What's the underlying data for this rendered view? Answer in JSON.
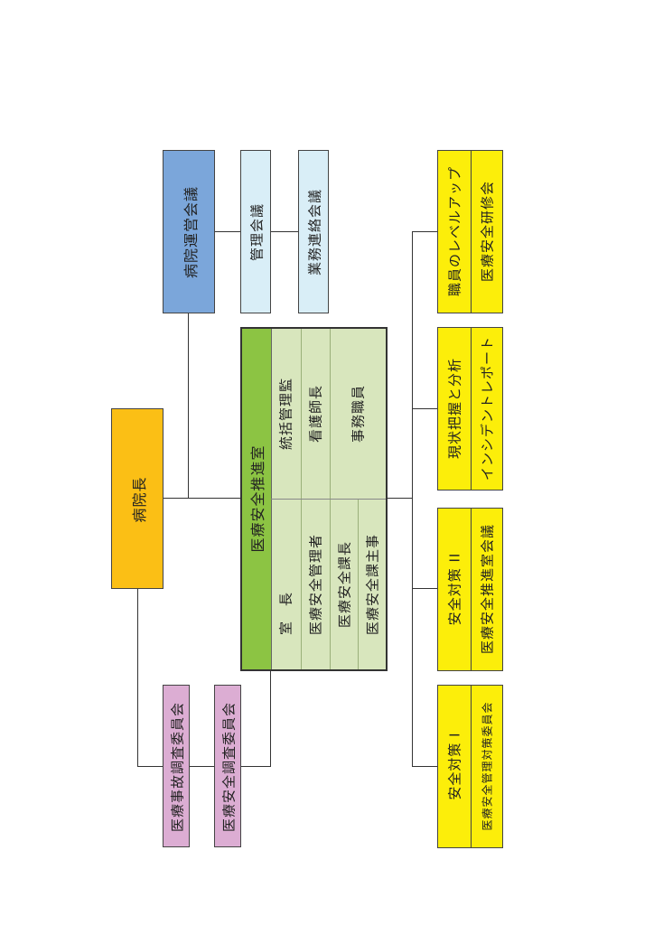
{
  "colors": {
    "director": "#fbbf15",
    "management": "#7ba6da",
    "light_blue": "#d9eef7",
    "pink": "#dcadd3",
    "green_header": "#8cc443",
    "green_body": "#d8e6bd",
    "yellow": "#fcee0a"
  },
  "director": {
    "label": "病院長"
  },
  "management_council": {
    "label": "病院運営会議"
  },
  "kanri_kaigi": {
    "label": "管理会議"
  },
  "gyomu_renraku": {
    "label": "業務連絡会議"
  },
  "investigation_committees": [
    {
      "label": "医療事故調査委員会"
    },
    {
      "label": "医療安全調査委員会"
    }
  ],
  "safety_office": {
    "title": "医療安全推進室",
    "members_left": [
      "室　長",
      "医療安全管理者",
      "医療安全課長",
      "医療安全課主事"
    ],
    "members_right": [
      "統括管理監",
      "看護師長",
      "事務職員"
    ]
  },
  "activities": [
    {
      "title": "安全対策 I",
      "sub": "医療安全管理対策委員会"
    },
    {
      "title": "安全対策 II",
      "sub": "医療安全推進室会議"
    },
    {
      "title": "現状把握と分析",
      "sub": "インシデントレポート"
    },
    {
      "title": "職員のレベルアップ",
      "sub": "医療安全研修会"
    }
  ]
}
